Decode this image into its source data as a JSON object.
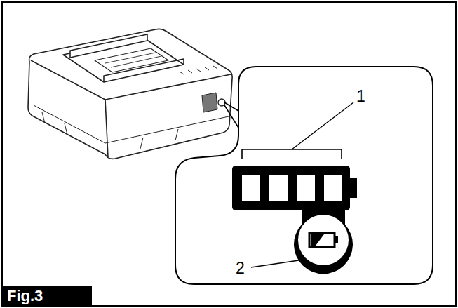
{
  "diagram": {
    "caption": "Fig.3",
    "labels": [
      "1",
      "2"
    ]
  }
}
